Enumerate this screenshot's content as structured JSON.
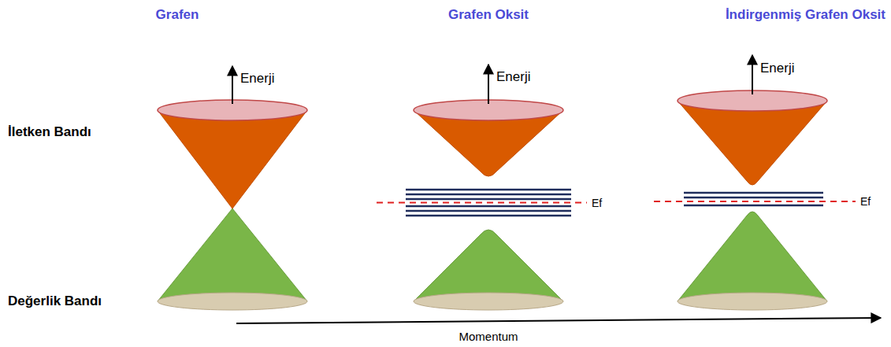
{
  "diagram": {
    "labels": [
      "Grafen",
      "Grafen Oksit",
      "İndirgenmiş Grafen Oksit",
      "Enerji",
      "Enerji",
      "Enerji",
      "İletken Bandı",
      "Ef",
      "Ef",
      "Değerlik Bandı",
      "Momentum"
    ]
  }
}
